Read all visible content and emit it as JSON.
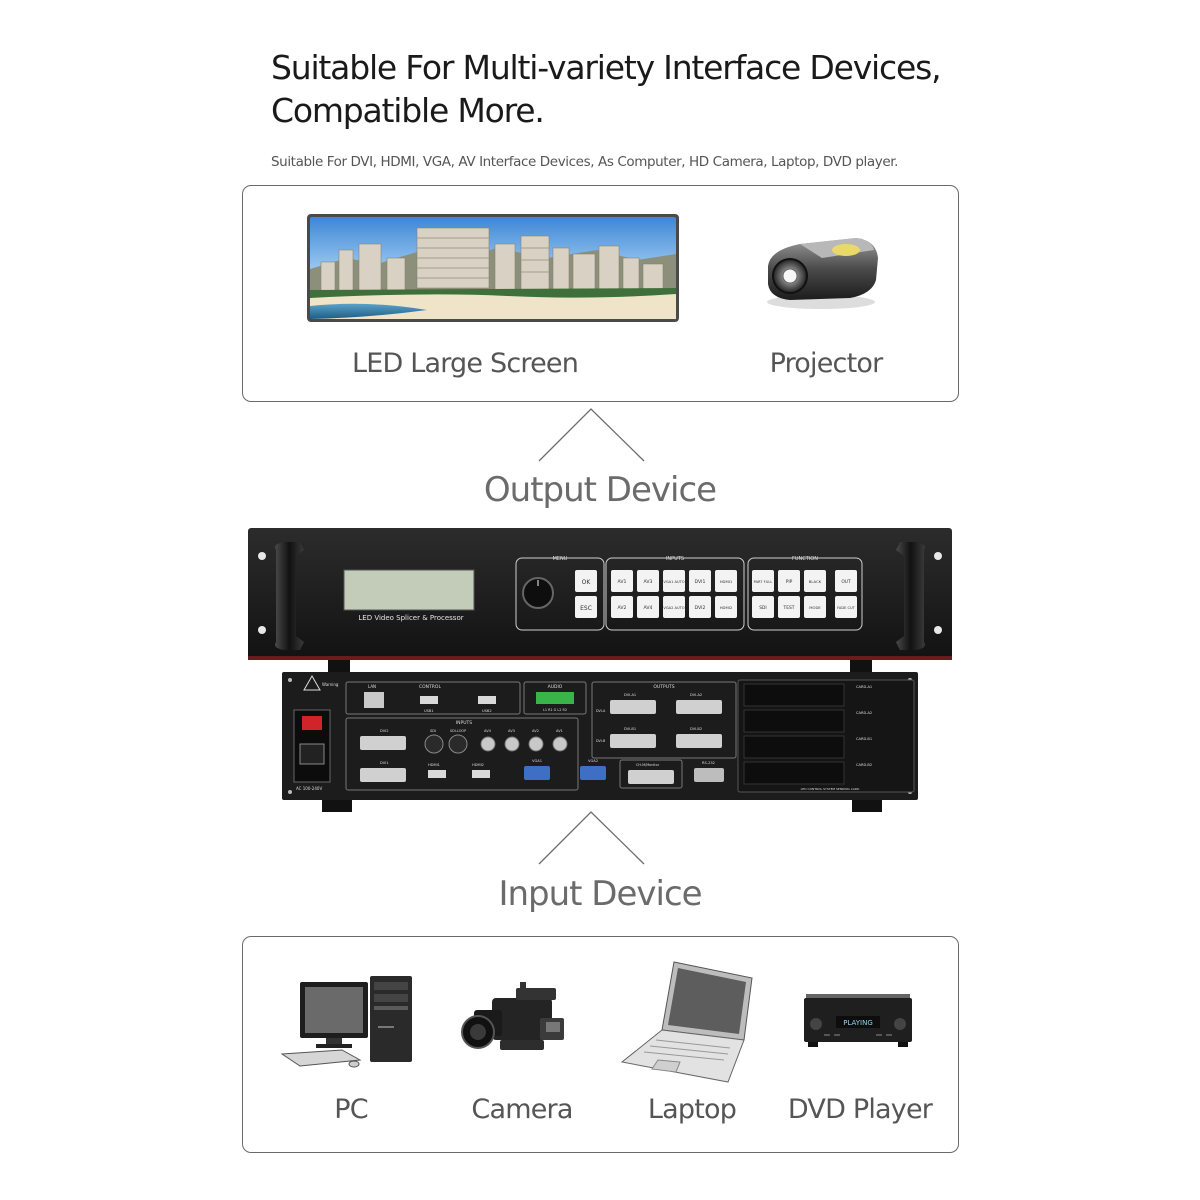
{
  "headline": {
    "line1": "Suitable For Multi-variety Interface Devices,",
    "line2": "Compatible More."
  },
  "subheadline": "Suitable For DVI, HDMI, VGA, AV Interface Devices, As Computer, HD Camera, Laptop, DVD player.",
  "output_devices": [
    {
      "label": "LED Large Screen",
      "icon": "led-screen-icon"
    },
    {
      "label": "Projector",
      "icon": "projector-icon"
    }
  ],
  "output_title": "Output Device",
  "processor": {
    "front_panel_text": "LED Video Splicer & Processor",
    "groups": {
      "menu": "MENU",
      "inputs": "INPUTS",
      "function": "FUNCTION"
    },
    "menu_buttons": [
      "OK",
      "ESC"
    ],
    "input_buttons_row1": [
      "AV1",
      "AV3",
      "VGA1 AUTO",
      "DVI1",
      "HDMI1"
    ],
    "input_buttons_row2": [
      "AV2",
      "AV4",
      "VGA2 AUTO",
      "DVI2",
      "HDMI2"
    ],
    "function_buttons_row1": [
      "PART FULL",
      "PIP",
      "BLACK",
      "OUT"
    ],
    "function_buttons_row2": [
      "SDI",
      "TEST",
      "MODE",
      "FADE CUT"
    ],
    "rear_labels": {
      "warning": "Warning",
      "lan": "LAN",
      "control": "CONTROL",
      "usb1": "USB1",
      "usb2": "USB2",
      "audio": "AUDIO",
      "audio_ports": "L1 R1 G L2 R2",
      "outputs": "OUTPUTS",
      "dvi_a1": "DVI-A1",
      "dvi_a2": "DVI-A2",
      "dvi_b1": "DVI-B1",
      "dvi_b2": "DVI-B2",
      "dvi_a": "DVI-A",
      "dvi_b": "DVI-B",
      "inputs": "INPUTS",
      "dvi2": "DVI2",
      "dvi1": "DVI1",
      "sdi": "SDI",
      "sdi_loop": "SDI-LOOP",
      "av4": "AV4",
      "av3": "AV3",
      "av2": "AV2",
      "av1": "AV1",
      "hdmi1": "HDMI1",
      "hdmi2": "HDMI2",
      "vga1": "VGA1",
      "vga2": "VGA2",
      "ch_monitor": "CH-M/Monitor",
      "rs232": "RS-232",
      "card_a1": "CARD-A1",
      "card_a2": "CARD-A2",
      "card_b1": "CARD-B1",
      "card_b2": "CARD-B2",
      "sending_card": "LED CONTROL SYSTEM SENDING CARD",
      "power": "AC 100-240V"
    }
  },
  "input_title": "Input Device",
  "input_devices": [
    {
      "label": "PC",
      "icon": "pc-icon"
    },
    {
      "label": "Camera",
      "icon": "camera-icon"
    },
    {
      "label": "Laptop",
      "icon": "laptop-icon"
    },
    {
      "label": "DVD Player",
      "icon": "dvd-player-icon"
    }
  ],
  "dvd_display": "PLAYING",
  "colors": {
    "border": "#6a6a6a",
    "label": "#555555",
    "title": "#6b6b6b",
    "panel": "#1b1b1b"
  }
}
